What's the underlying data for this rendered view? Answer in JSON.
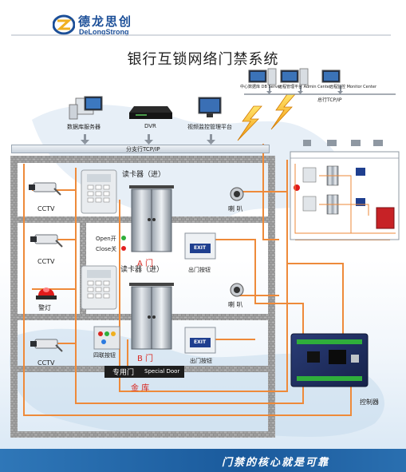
{
  "logo": {
    "cn": "德龙思创",
    "en": "DeLongStrong"
  },
  "title": "银行互锁网络门禁系统",
  "top_devices": [
    {
      "label": "数据库服务器"
    },
    {
      "label": "DVR"
    },
    {
      "label": "视频监控管理平台"
    }
  ],
  "branch_network": "分支行TCP/IP",
  "center_network": "总行TCP/IP",
  "center_devices": [
    {
      "label": "中心数据库 DB Server"
    },
    {
      "label": "远程管理平台 Admin Center"
    },
    {
      "label": "远程监控 Monitor Center"
    }
  ],
  "left_devices": {
    "cctv_1": "CCTV",
    "cctv_2": "CCTV",
    "cctv_3": "CCTV",
    "alarm_light": "警灯"
  },
  "reader_a": "读卡器（进）",
  "reader_b": "读卡器（进）",
  "indicator": {
    "open": "Open开",
    "close": "Close关"
  },
  "door_a": "A  门",
  "door_b": "B  门",
  "speaker_1": "喇  叭",
  "speaker_2": "喇  叭",
  "exit_button_1": "出门按钮",
  "exit_button_2": "出门按钮",
  "exit_label": "EXIT",
  "emergency_button": "四联按钮",
  "special_door": {
    "cn": "专用门",
    "en": "Special Door"
  },
  "vault": "金  库",
  "controller": "控制器",
  "footer": "门禁的核心就是可靠",
  "colors": {
    "cable": "#ee8a3a",
    "brand": "#1c4f98",
    "accent_red": "#d8261f",
    "footer": "#1f5f9f"
  }
}
